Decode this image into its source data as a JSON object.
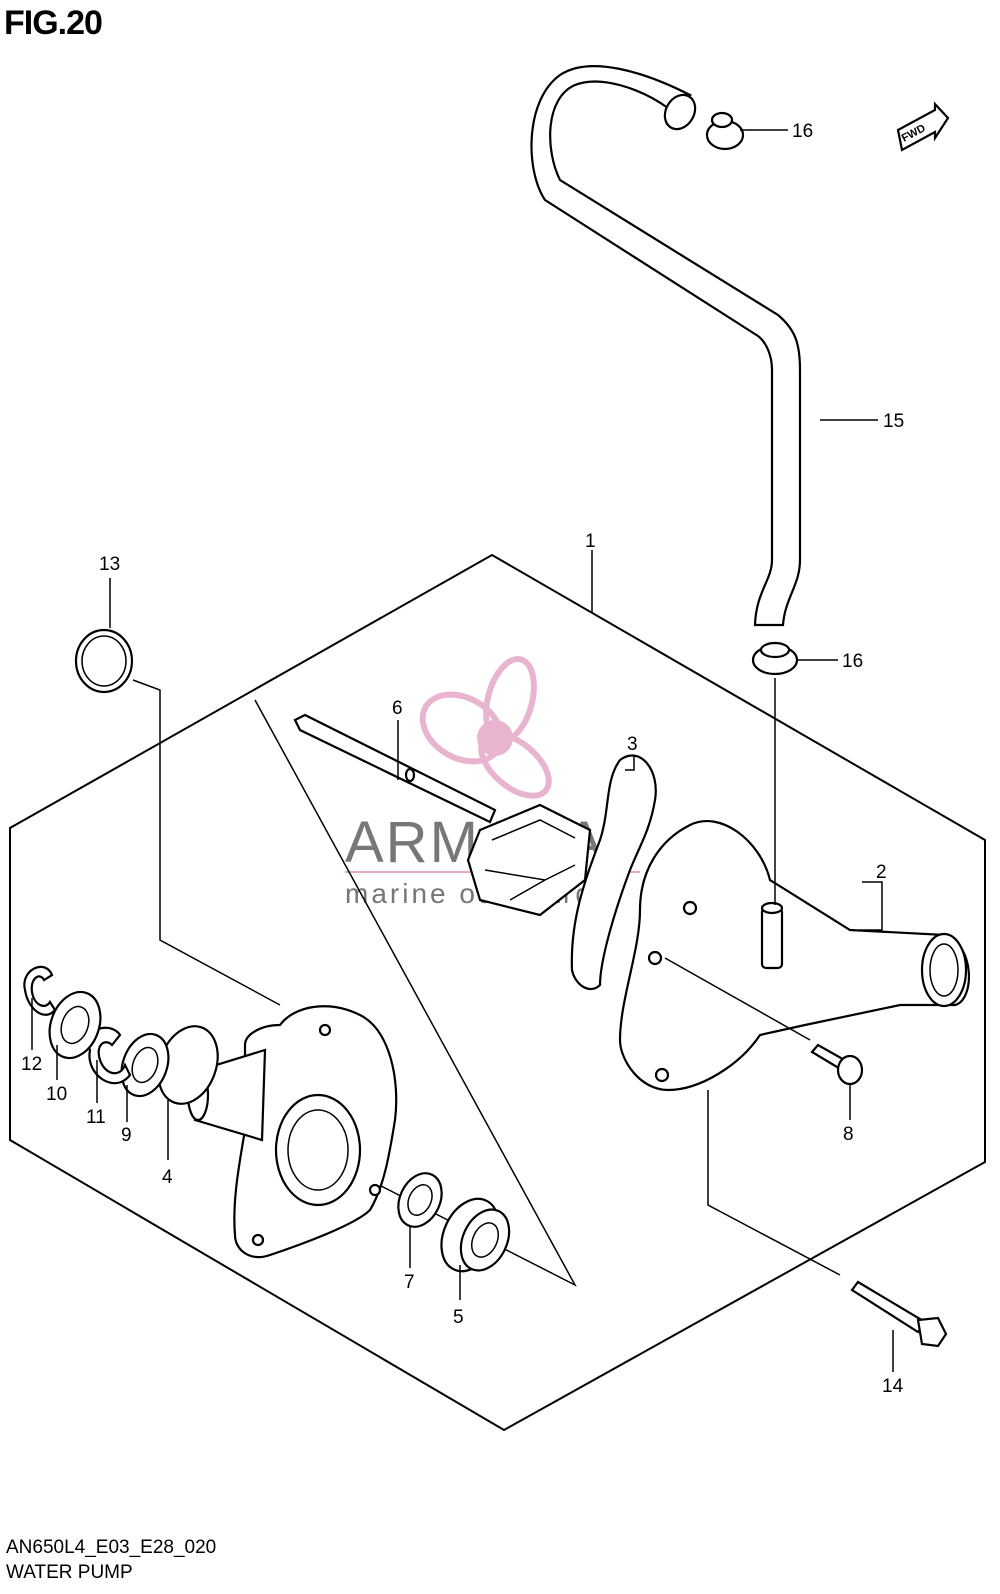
{
  "figure": {
    "title": "FIG.20",
    "model_code": "AN650L4_E03_E28_020",
    "section_name": "WATER PUMP",
    "direction_badge": "FWD"
  },
  "watermark": {
    "brand": "ARMADA",
    "tagline": "marine outboards",
    "logo_icon": "propeller-icon",
    "logo_color": "#e6a8c8"
  },
  "callouts": [
    {
      "id": "1",
      "label": "1"
    },
    {
      "id": "2",
      "label": "2"
    },
    {
      "id": "3",
      "label": "3"
    },
    {
      "id": "4",
      "label": "4"
    },
    {
      "id": "5",
      "label": "5"
    },
    {
      "id": "6",
      "label": "6"
    },
    {
      "id": "7",
      "label": "7"
    },
    {
      "id": "8",
      "label": "8"
    },
    {
      "id": "9",
      "label": "9"
    },
    {
      "id": "10",
      "label": "10"
    },
    {
      "id": "11",
      "label": "11"
    },
    {
      "id": "12",
      "label": "12"
    },
    {
      "id": "13",
      "label": "13"
    },
    {
      "id": "14",
      "label": "14"
    },
    {
      "id": "15",
      "label": "15"
    },
    {
      "id": "16a",
      "label": "16"
    },
    {
      "id": "16b",
      "label": "16"
    }
  ]
}
